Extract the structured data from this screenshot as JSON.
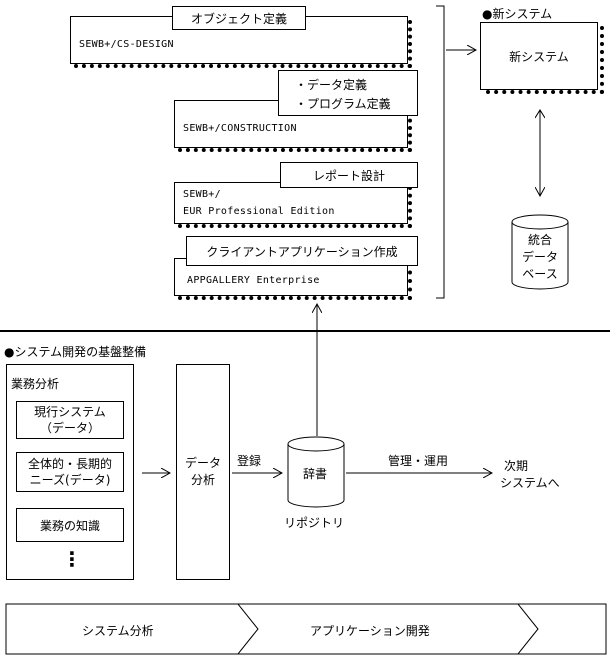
{
  "tools": {
    "t1": {
      "label": "オブジェクト定義",
      "product": "SEWB+/CS-DESIGN"
    },
    "t2": {
      "label_1": "・データ定義",
      "label_2": "・プログラム定義",
      "product": "SEWB+/CONSTRUCTION"
    },
    "t3": {
      "label": "レポート設計",
      "product_1": "SEWB+/",
      "product_2": "EUR Professional Edition"
    },
    "t4": {
      "label": "クライアントアプリケーション作成",
      "product": "APPGALLERY Enterprise"
    }
  },
  "new_system": {
    "heading": "●新システム",
    "box_label": "新システム",
    "db_label_1": "統合",
    "db_label_2": "データ",
    "db_label_3": "ベース"
  },
  "foundation": {
    "heading": "●システム開発の基盤整備",
    "business_analysis": "業務分析",
    "items": [
      {
        "line1": "現行システム",
        "line2": "（データ）"
      },
      {
        "line1": "全体的・長期的",
        "line2": "ニーズ(データ)"
      },
      {
        "line1": "業務の知識",
        "line2": ""
      }
    ],
    "ellipsis": "⋮",
    "data_analysis_1": "データ",
    "data_analysis_2": "分析",
    "register_label": "登録",
    "dictionary": "辞書",
    "repository": "リポジトリ",
    "manage_label": "管理・運用",
    "next_1": "次期",
    "next_2": "システムへ"
  },
  "phases": [
    "システム分析",
    "アプリケーション開発"
  ]
}
